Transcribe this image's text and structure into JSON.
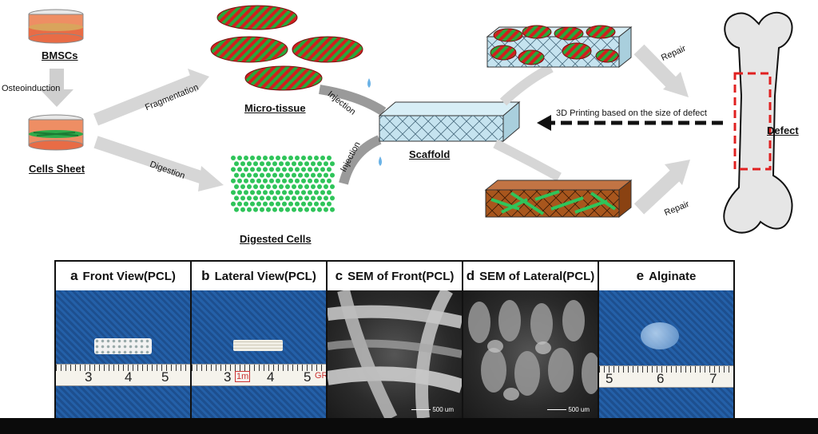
{
  "labels": {
    "bmscs": "BMSCs",
    "osteoinduction": "Osteoinduction",
    "cells_sheet": "Cells Sheet",
    "fragmentation": "Fragmentation",
    "digestion": "Digestion",
    "micro_tissue": "Micro-tissue",
    "digested_cells": "Digested Cells",
    "injection_top": "Injection",
    "injection_bottom": "Injection",
    "scaffold": "Scaffold",
    "printing": "3D Printing based on the size of defect",
    "repair_top": "Repair",
    "repair_bottom": "Repair",
    "defect": "Defect"
  },
  "panels": [
    {
      "letter": "a",
      "title": "Front View(PCL)",
      "ruler_numbers": [
        "3",
        "4",
        "5"
      ]
    },
    {
      "letter": "b",
      "title": "Lateral View(PCL)",
      "ruler_numbers": [
        "3",
        "1m",
        "4",
        "5",
        "GR"
      ]
    },
    {
      "letter": "c",
      "title": "SEM of Front(PCL)",
      "scale_bar": "500 um"
    },
    {
      "letter": "d",
      "title": "SEM of Lateral(PCL)",
      "scale_bar": "500 um"
    },
    {
      "letter": "e",
      "title": "Alginate",
      "ruler_numbers": [
        "5",
        "6",
        "7"
      ]
    }
  ],
  "colors": {
    "micro_tissue_red": "#d11f1f",
    "micro_tissue_green": "#27a83a",
    "digested_cell_green": "#2fc45a",
    "scaffold_blue": "#c5e3ef",
    "scaffold_brown": "#a8561d",
    "defect_red": "#e02020",
    "arrow_gray": "#cfcfcf",
    "photo_blue": "#2460a8"
  }
}
